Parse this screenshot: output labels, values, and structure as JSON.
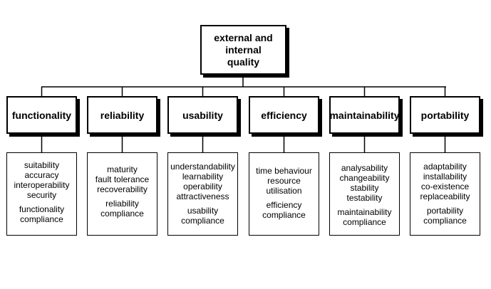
{
  "root": {
    "label": "external and\ninternal\nquality"
  },
  "categories": [
    {
      "label": "functionality",
      "sub_lines": [
        "suitability",
        "accuracy",
        "interoperability",
        "security"
      ],
      "compliance_lines": [
        "functionality",
        "compliance"
      ]
    },
    {
      "label": "reliability",
      "sub_lines": [
        "maturity",
        "fault tolerance",
        "recoverability"
      ],
      "compliance_lines": [
        "reliability",
        "compliance"
      ]
    },
    {
      "label": "usability",
      "sub_lines": [
        "understandability",
        "learnability",
        "operability",
        "attractiveness"
      ],
      "compliance_lines": [
        "usability",
        "compliance"
      ]
    },
    {
      "label": "efficiency",
      "sub_lines": [
        "time behaviour",
        "resource",
        "utilisation"
      ],
      "compliance_lines": [
        "efficiency",
        "compliance"
      ]
    },
    {
      "label": "maintainability",
      "sub_lines": [
        "analysability",
        "changeability",
        "stability",
        "testability"
      ],
      "compliance_lines": [
        "maintainability",
        "compliance"
      ]
    },
    {
      "label": "portability",
      "sub_lines": [
        "adaptability",
        "installability",
        "co-existence",
        "replaceability"
      ],
      "compliance_lines": [
        "portability",
        "compliance"
      ]
    }
  ]
}
